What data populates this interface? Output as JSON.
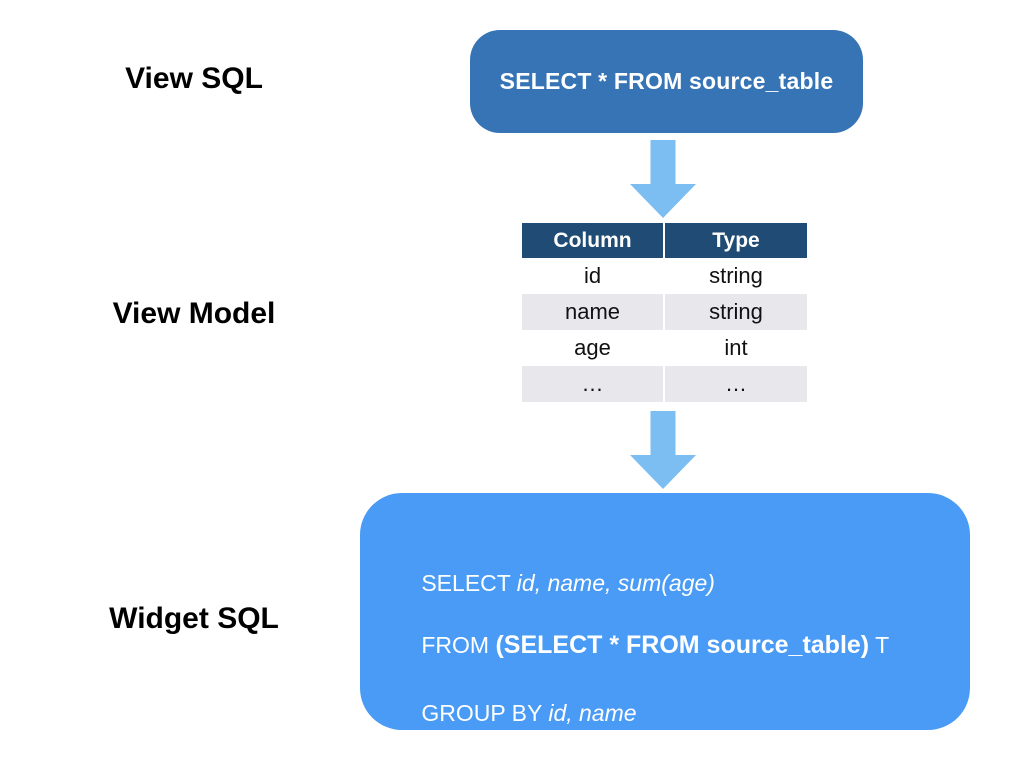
{
  "labels": {
    "view_sql": "View SQL",
    "view_model": "View Model",
    "widget_sql": "Widget SQL"
  },
  "view_sql_box": {
    "text": "SELECT * FROM source_table"
  },
  "view_model_table": {
    "headers": [
      "Column",
      "Type"
    ],
    "rows": [
      [
        "id",
        "string"
      ],
      [
        "name",
        "string"
      ],
      [
        "age",
        "int"
      ],
      [
        "…",
        "…"
      ]
    ]
  },
  "widget_sql_box": {
    "line1": {
      "keyword": "SELECT ",
      "italic": "id, name, sum(age)"
    },
    "line2": {
      "keyword": "FROM ",
      "bold": "(SELECT * FROM source_table)",
      "suffix": " T"
    },
    "line3": {
      "keyword": "GROUP BY ",
      "italic": "id, name"
    }
  },
  "icons": {
    "down_arrow": "down-arrow"
  },
  "colors": {
    "view_sql_box_fill": "#3674B5",
    "widget_sql_box_fill": "#4A9BF5",
    "table_header_fill": "#1F4B74",
    "table_stripe_fill": "#E8E8EC",
    "arrow_fill": "#7CBDF2",
    "text_on_blue": "#FFFFFF",
    "label_text": "#000000",
    "background": "#FFFFFF"
  }
}
